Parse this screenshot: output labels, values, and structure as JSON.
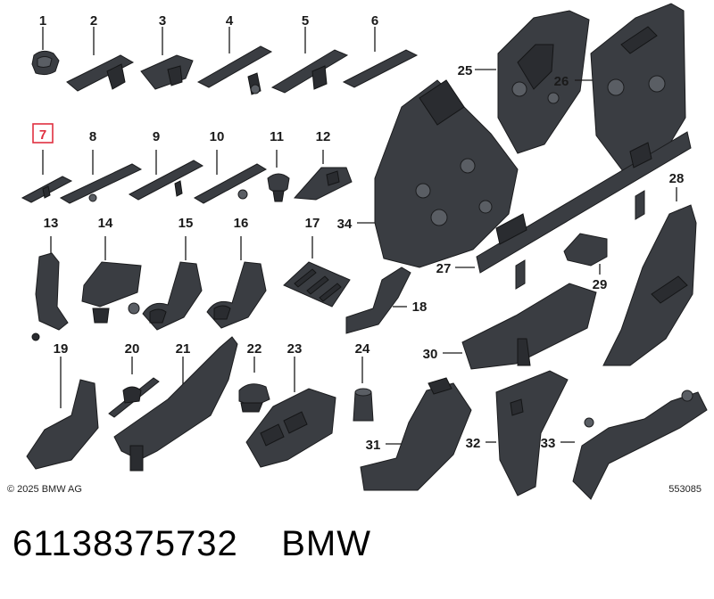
{
  "diagram": {
    "highlight_color": "#e03040",
    "callouts": [
      "1",
      "2",
      "3",
      "4",
      "5",
      "6",
      "7",
      "8",
      "9",
      "10",
      "11",
      "12",
      "13",
      "14",
      "15",
      "16",
      "17",
      "18",
      "19",
      "20",
      "21",
      "22",
      "23",
      "24",
      "25",
      "26",
      "27",
      "28",
      "29",
      "30",
      "31",
      "32",
      "33",
      "34"
    ],
    "highlighted_callout": "7"
  },
  "footer": {
    "copyright": "© 2025 BMW AG",
    "illustration_id": "553085"
  },
  "caption": {
    "part_number": "61138375732",
    "brand": "BMW"
  }
}
